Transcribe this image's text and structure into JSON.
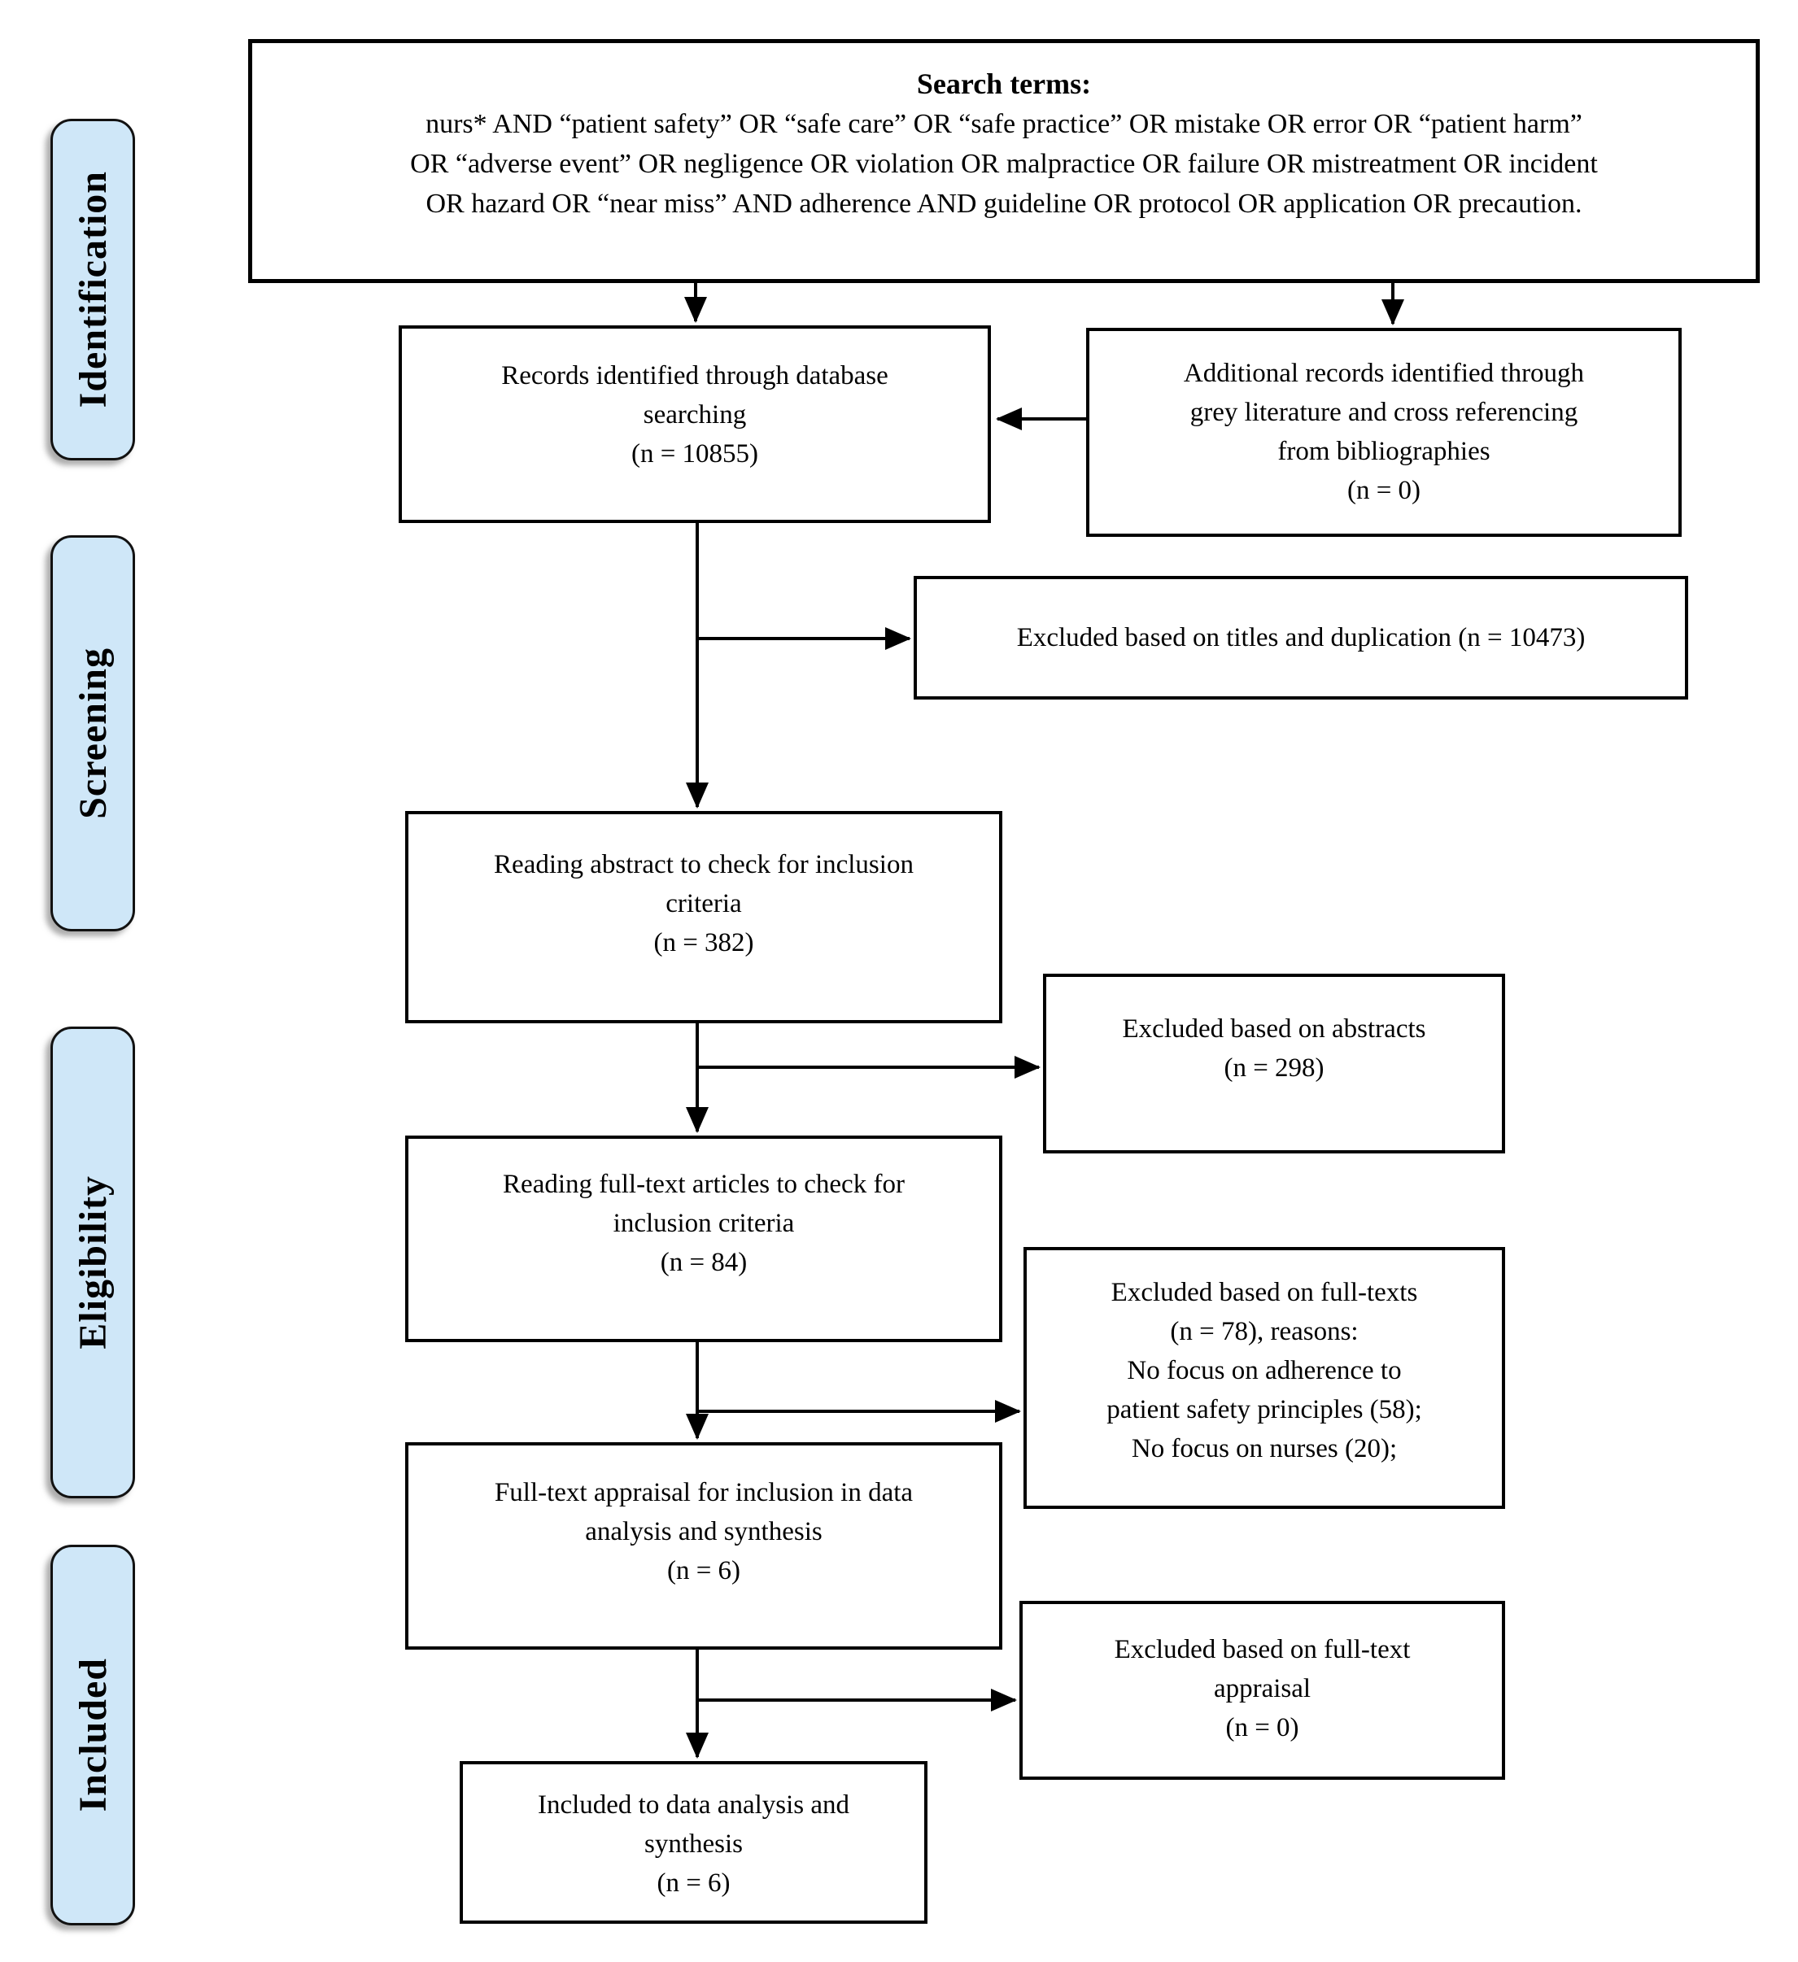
{
  "colors": {
    "stage_fill": "#cfe7f8",
    "box_border": "#000000",
    "background": "#ffffff"
  },
  "stages": [
    {
      "label": "Identification"
    },
    {
      "label": "Screening"
    },
    {
      "label": "Eligibility"
    },
    {
      "label": "Included"
    }
  ],
  "search_box": {
    "title": "Search terms:",
    "lines": [
      "nurs* AND “patient safety” OR “safe care” OR “safe practice” OR mistake OR error OR “patient harm”",
      "OR “adverse event” OR negligence OR violation OR malpractice OR failure OR mistreatment OR incident",
      "OR hazard OR “near miss” AND adherence AND guideline OR protocol OR application OR precaution."
    ]
  },
  "nodes": {
    "records": {
      "lines": [
        "Records identified through database",
        "searching",
        "(n = 10855)"
      ]
    },
    "additional": {
      "lines": [
        "Additional records identified through",
        "grey literature and cross referencing",
        "from bibliographies",
        "(n = 0)"
      ]
    },
    "excluded_titles": {
      "lines": [
        "Excluded based on titles and duplication (n = 10473)"
      ]
    },
    "reading_abstract": {
      "lines": [
        "Reading abstract to check for inclusion",
        "criteria",
        "(n = 382)"
      ]
    },
    "excluded_abstracts": {
      "lines": [
        "Excluded based on abstracts",
        "(n = 298)"
      ]
    },
    "reading_fulltext": {
      "lines": [
        "Reading full-text articles to check for",
        "inclusion criteria",
        "(n = 84)"
      ]
    },
    "excluded_fulltexts": {
      "lines": [
        "Excluded based on full-texts",
        "(n = 78), reasons:",
        "No focus on adherence to",
        "patient safety principles (58);",
        "No focus on nurses (20);"
      ]
    },
    "fulltext_appraisal": {
      "lines": [
        "Full-text appraisal for inclusion in data",
        "analysis and synthesis",
        "(n = 6)"
      ]
    },
    "excluded_appraisal": {
      "lines": [
        "Excluded based on full-text",
        "appraisal",
        "(n = 0)"
      ]
    },
    "included_final": {
      "lines": [
        "Included to data analysis and",
        "synthesis",
        "(n = 6)"
      ]
    }
  }
}
